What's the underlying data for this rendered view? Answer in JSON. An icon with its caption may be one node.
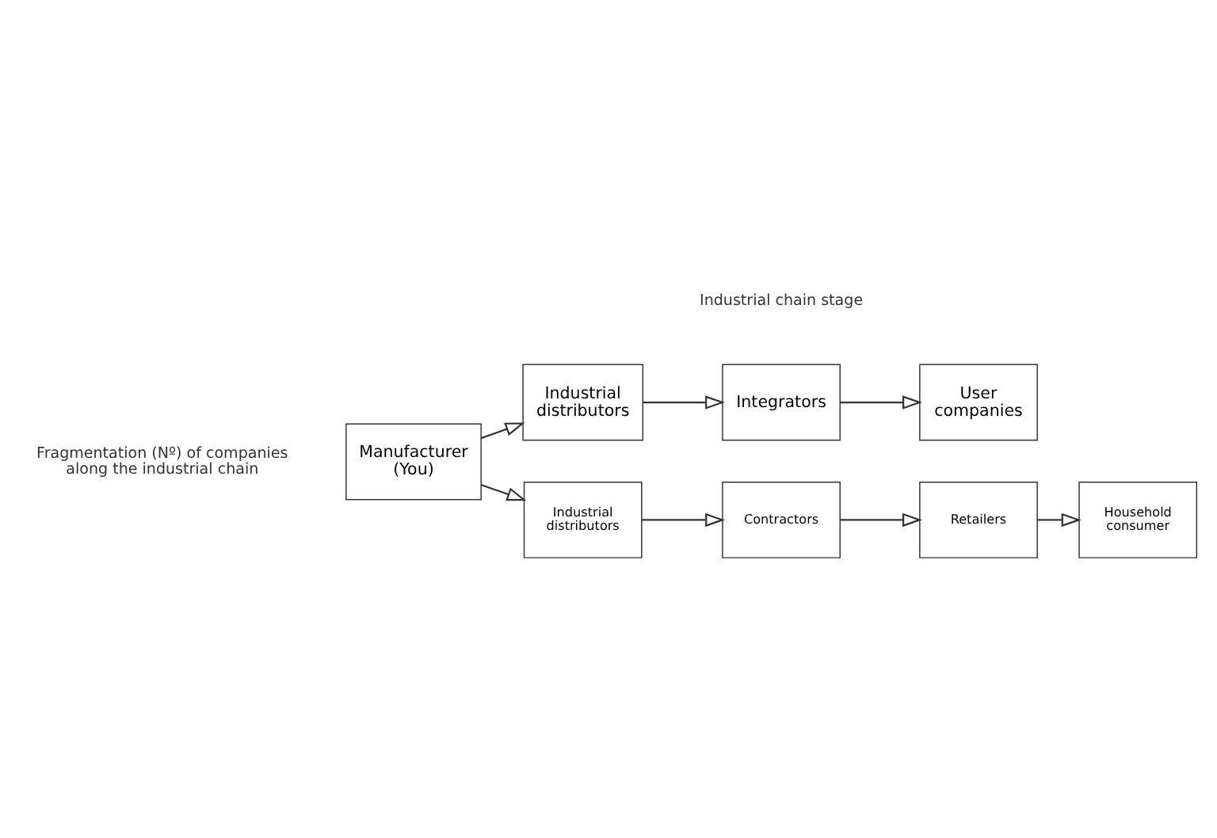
{
  "diagram": {
    "nodes": [
      {
        "text": [
          "Manufacturer (You)"
        ]
      },
      {
        "text": [
          "Industrial distributors"
        ]
      },
      {
        "text": [
          "Integrators"
        ]
      },
      {
        "text": [
          "User companies"
        ]
      },
      {
        "text": [
          "Industrial distributors"
        ]
      },
      {
        "text": [
          "Contractors"
        ]
      },
      {
        "text": [
          "Retailers"
        ]
      },
      {
        "text": [
          "Household consumer"
        ]
      }
    ],
    "edges": [
      {
        "from": 0,
        "to": 1,
        "arrow": "to"
      },
      {
        "from": 1,
        "to": 2,
        "arrow": "to"
      },
      {
        "from": 2,
        "to": 3,
        "arrow": "to"
      },
      {
        "from": 0,
        "to": 4,
        "arrow": "to"
      },
      {
        "from": 4,
        "to": 5,
        "arrow": "to"
      },
      {
        "from": 5,
        "to": 6,
        "arrow": "to"
      },
      {
        "from": 6,
        "to": 7,
        "arrow": "to"
      }
    ],
    "labels": [
      "Fragmentation (Nº) of companies along the industrial chain",
      "Industrial chain stage"
    ]
  }
}
